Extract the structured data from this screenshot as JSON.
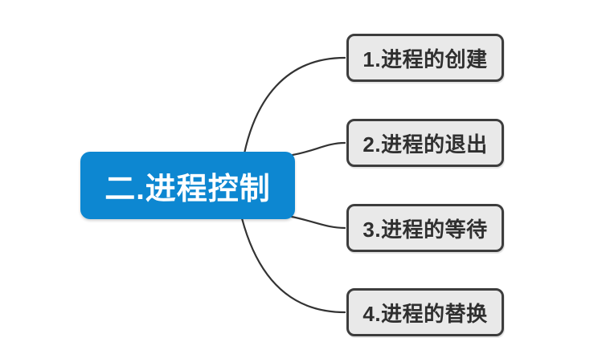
{
  "mindmap": {
    "root": {
      "label": "二.进程控制"
    },
    "children": [
      {
        "label": "1.进程的创建"
      },
      {
        "label": "2.进程的退出"
      },
      {
        "label": "3.进程的等待"
      },
      {
        "label": "4.进程的替换"
      }
    ]
  },
  "colors": {
    "canvas-bg": "#ffffff",
    "root-bg": "#0d87d1",
    "root-text": "#ffffff",
    "child-bg": "#e9e9e9",
    "child-border": "#3d3d3d",
    "child-text": "#2f2f2f",
    "connector": "#333333"
  }
}
